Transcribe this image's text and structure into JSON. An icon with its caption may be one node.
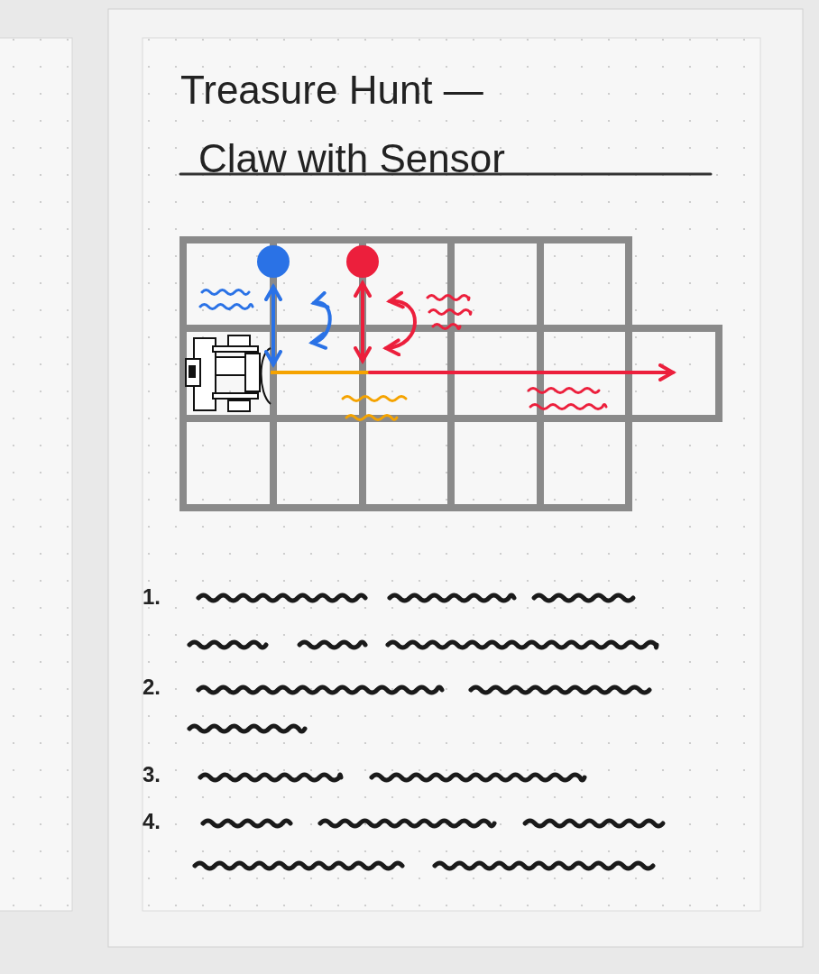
{
  "diagram": {
    "title": "Treasure Hunt — Claw with Sensor",
    "labels": [
      "1.",
      "2.",
      "3.",
      "4."
    ]
  }
}
